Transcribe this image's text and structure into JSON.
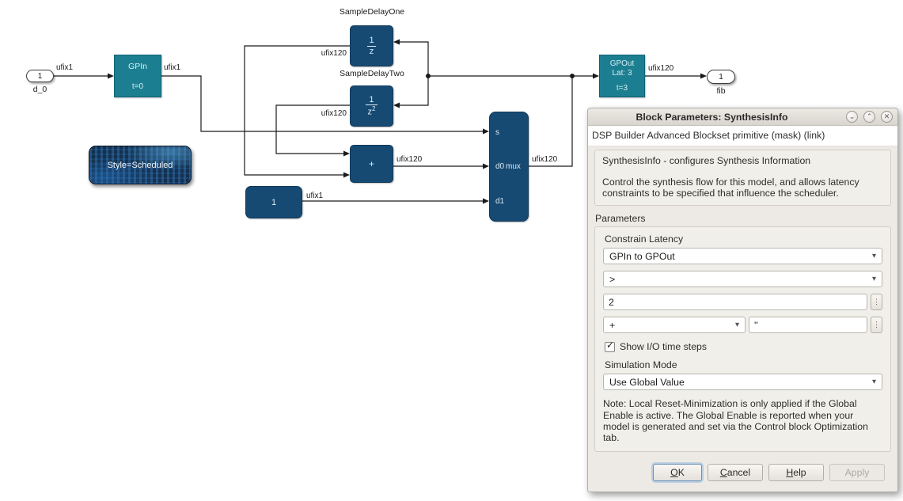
{
  "diagram": {
    "source_port": {
      "value": "1",
      "name": "d_0",
      "signal": "ufix1"
    },
    "gpin": {
      "title": "GPIn",
      "time": "t=0",
      "out_signal": "ufix1"
    },
    "sample_delay_one": {
      "name": "SampleDelayOne",
      "num": "1",
      "den": "z",
      "out_signal": "ufix120"
    },
    "sample_delay_two": {
      "name": "SampleDelayTwo",
      "num": "1",
      "den": "z",
      "den_exp": "2",
      "out_signal": "ufix120"
    },
    "adder": {
      "symbol": "+",
      "out_signal": "ufix120"
    },
    "constant": {
      "value": "1",
      "out_signal": "ufix1"
    },
    "mux": {
      "port_s": "s",
      "port_d0": "d0",
      "name": "mux",
      "port_d1": "d1",
      "out_signal": "ufix120"
    },
    "gpout": {
      "title": "GPOut",
      "latency": "Lat: 3",
      "time": "t=3",
      "out_signal": "ufix120"
    },
    "style_note": {
      "label": "Style=Scheduled"
    },
    "sink_port": {
      "value": "1",
      "name": "fib"
    }
  },
  "dialog": {
    "title": "Block Parameters: SynthesisInfo",
    "window_buttons": {
      "shade": "⌄",
      "unshade": "⌃",
      "close": "✕"
    },
    "subtitle": "DSP Builder Advanced Blockset primitive (mask) (link)",
    "description": {
      "line1": "SynthesisInfo - configures Synthesis Information",
      "line2": "Control the synthesis flow for this model, and allows latency constraints to be specified that influence the scheduler."
    },
    "parameters_label": "Parameters",
    "constrain_latency_label": "Constrain Latency",
    "fields": {
      "path_select": "GPIn to GPOut",
      "operator_select": ">",
      "value_input": "2",
      "op2_select": "+",
      "op2_value": "''"
    },
    "checkbox_label": "Show I/O time steps",
    "simulation_mode_label": "Simulation Mode",
    "simulation_mode_value": "Use Global Value",
    "note": "Note: Local Reset-Minimization is only applied if the Global Enable is active. The Global Enable is reported when your model is generated and set via the Control block Optimization tab.",
    "buttons": {
      "ok": "OK",
      "cancel": "Cancel",
      "help": "Help",
      "apply": "Apply"
    },
    "icons": {
      "dropdown": "▾",
      "spinner": "⋮",
      "check": "✓"
    }
  }
}
